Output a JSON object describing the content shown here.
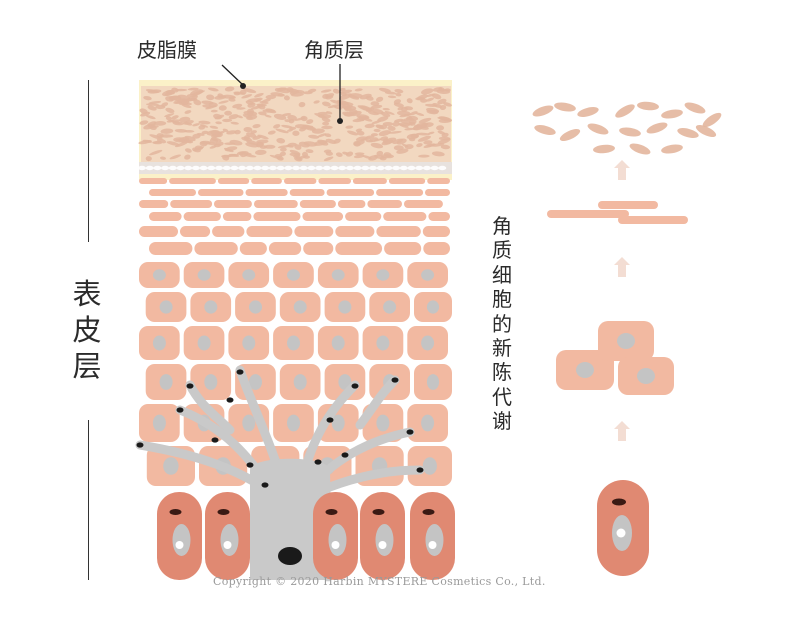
{
  "labels": {
    "sebum_membrane": "皮脂膜",
    "stratum_corneum": "角质层",
    "epidermis": "表皮层",
    "metabolism": "角质细胞的新陈代谢"
  },
  "copyright": "Copyright © 2020 Harbin MYSTERE Cosmetics Co., Ltd.",
  "colors": {
    "sebum": "#fbf1c8",
    "stratum": "#f2d8c0",
    "flake": "#e3b69d",
    "cell": "#f2b9a1",
    "nucleus": "#c4c4c4",
    "basal": "#e08972",
    "melanocyte": "#c9c9c9",
    "arrow": "#f3ddd3",
    "text": "#2b2b2b"
  }
}
